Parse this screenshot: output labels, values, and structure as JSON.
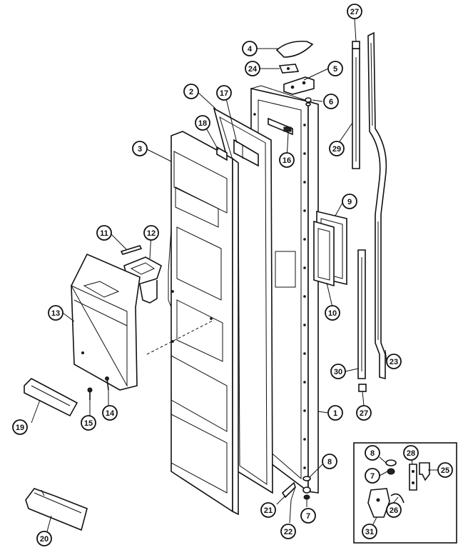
{
  "callouts": [
    {
      "id": "c27a",
      "label": "27"
    },
    {
      "id": "c4",
      "label": "4"
    },
    {
      "id": "c24",
      "label": "24"
    },
    {
      "id": "c5",
      "label": "5"
    },
    {
      "id": "c6",
      "label": "6"
    },
    {
      "id": "c2",
      "label": "2"
    },
    {
      "id": "c17",
      "label": "17"
    },
    {
      "id": "c29",
      "label": "29"
    },
    {
      "id": "c18",
      "label": "18"
    },
    {
      "id": "c3",
      "label": "3"
    },
    {
      "id": "c16",
      "label": "16"
    },
    {
      "id": "c9",
      "label": "9"
    },
    {
      "id": "c11",
      "label": "11"
    },
    {
      "id": "c12",
      "label": "12"
    },
    {
      "id": "c10",
      "label": "10"
    },
    {
      "id": "c13",
      "label": "13"
    },
    {
      "id": "c23",
      "label": "23"
    },
    {
      "id": "c30",
      "label": "30"
    },
    {
      "id": "c15",
      "label": "15"
    },
    {
      "id": "c14",
      "label": "14"
    },
    {
      "id": "c19",
      "label": "19"
    },
    {
      "id": "c1",
      "label": "1"
    },
    {
      "id": "c27b",
      "label": "27"
    },
    {
      "id": "c8a",
      "label": "8"
    },
    {
      "id": "c8b",
      "label": "8"
    },
    {
      "id": "c28a",
      "label": "28"
    },
    {
      "id": "c25",
      "label": "25"
    },
    {
      "id": "c7a",
      "label": "7"
    },
    {
      "id": "c26",
      "label": "26"
    },
    {
      "id": "c21",
      "label": "21"
    },
    {
      "id": "c7b",
      "label": "7"
    },
    {
      "id": "c22",
      "label": "22"
    },
    {
      "id": "c20",
      "label": "20"
    },
    {
      "id": "c31",
      "label": "31"
    }
  ]
}
